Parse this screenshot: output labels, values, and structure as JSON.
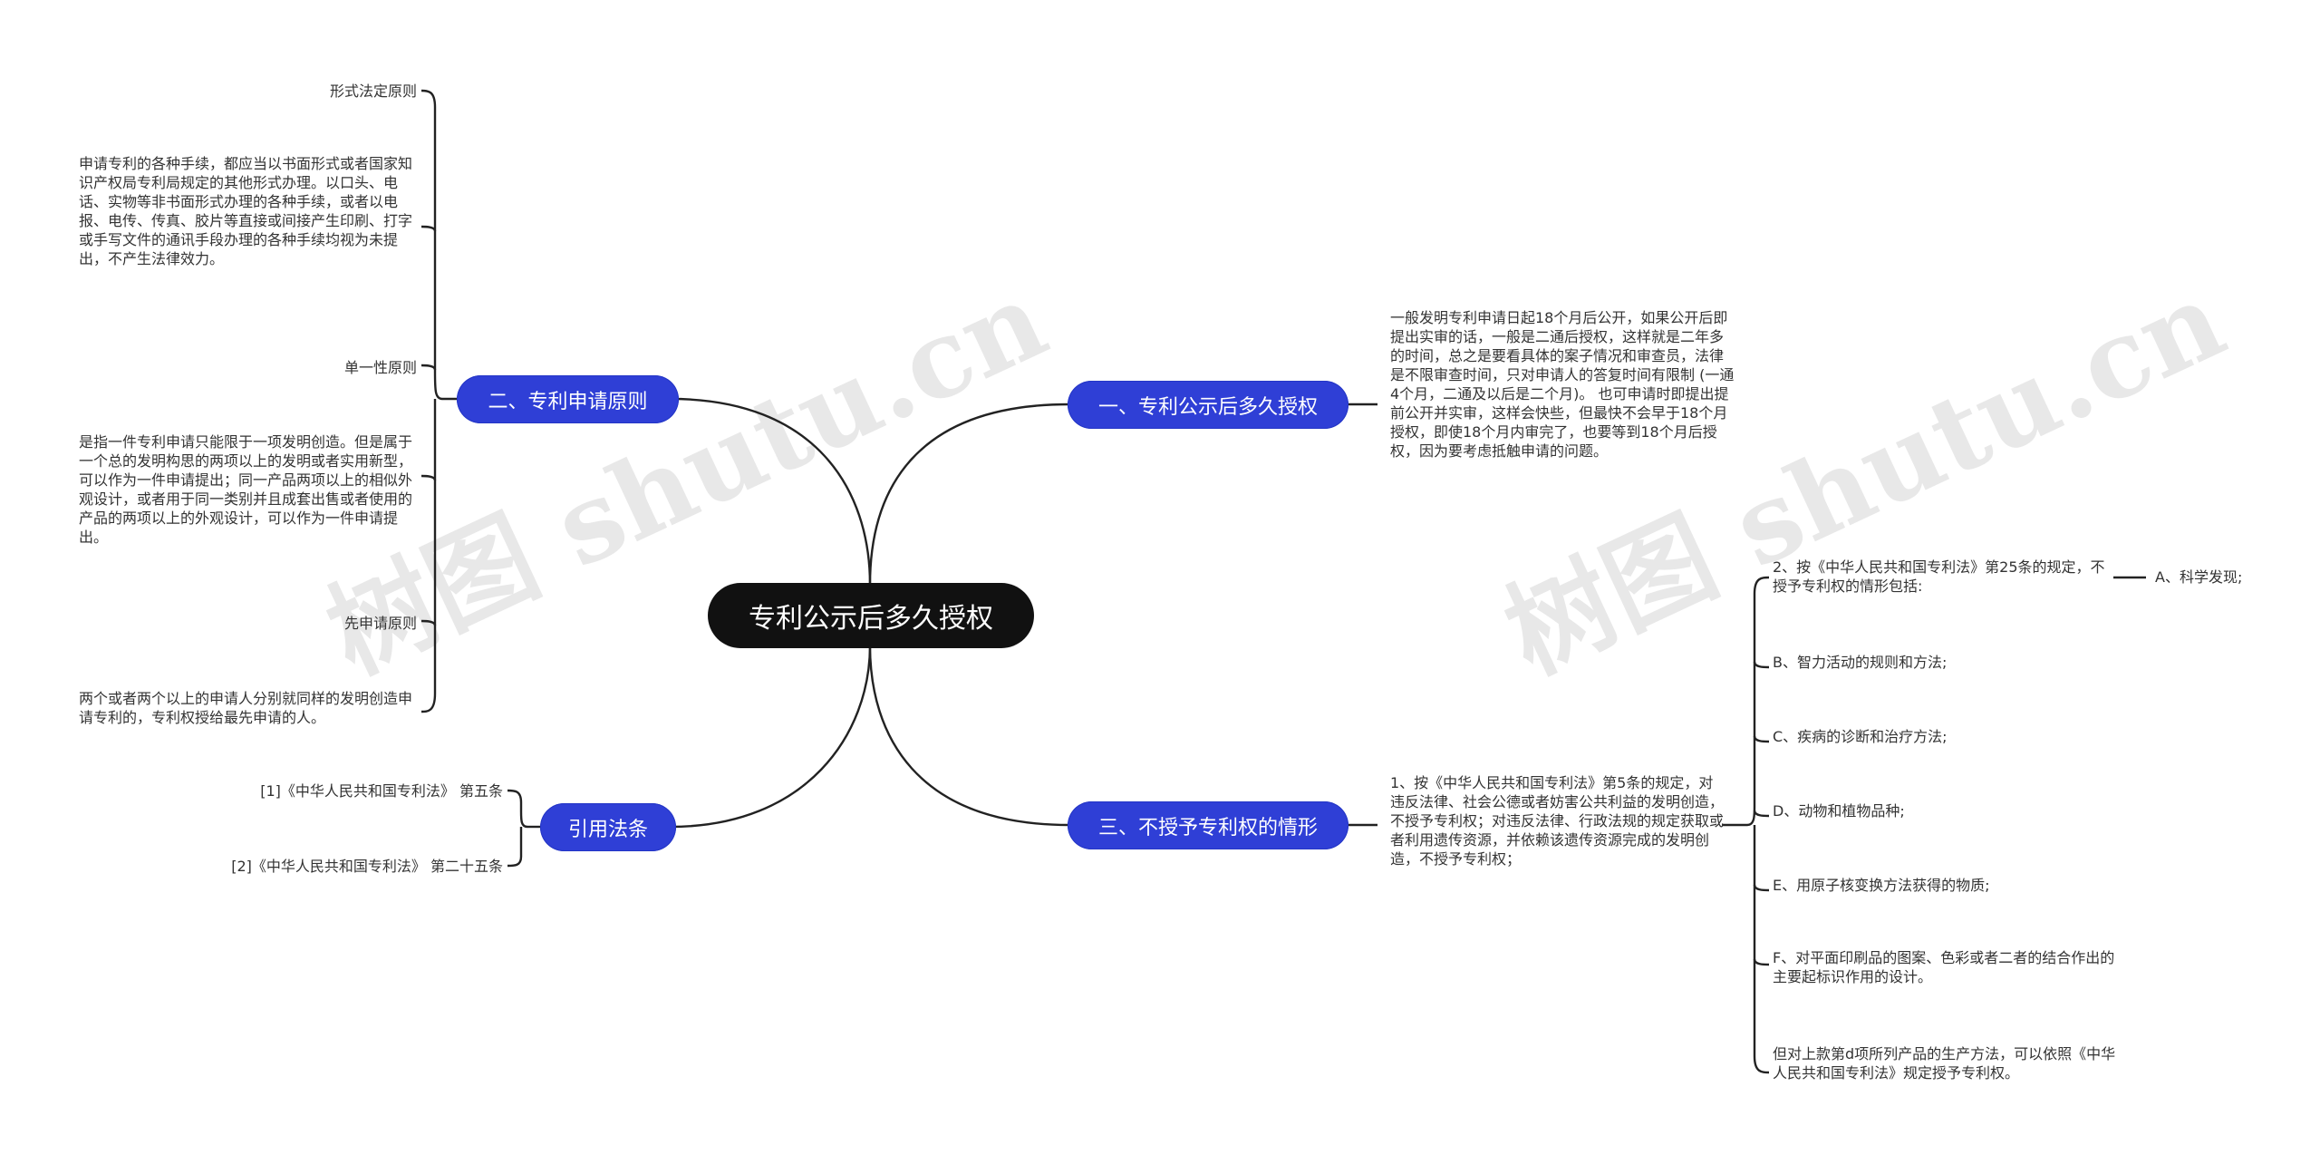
{
  "root": {
    "label": "专利公示后多久授权"
  },
  "watermark": "树图 shutu.cn",
  "branches": {
    "b1": {
      "label": "一、专利公示后多久授权",
      "text": "一般发明专利申请日起18个月后公开，如果公开后即提出实审的话，一般是二通后授权，这样就是二年多的时间，总之是要看具体的案子情况和审查员，法律是不限审查时间，只对申请人的答复时间有限制 (一通4个月，二通及以后是二个月)。 也可申请时即提出提前公开并实审，这样会快些，但最快不会早于18个月授权，即使18个月内审完了，也要等到18个月后授权，因为要考虑抵触申请的问题。"
    },
    "b2": {
      "label": "二、专利申请原则",
      "items": [
        "形式法定原则",
        "申请专利的各种手续，都应当以书面形式或者国家知识产权局专利局规定的其他形式办理。以口头、电话、实物等非书面形式办理的各种手续，或者以电报、电传、传真、胶片等直接或间接产生印刷、打字或手写文件的通讯手段办理的各种手续均视为未提出，不产生法律效力。",
        "单一性原则",
        "是指一件专利申请只能限于一项发明创造。但是属于一个总的发明构思的两项以上的发明或者实用新型，可以作为一件申请提出；同一产品两项以上的相似外观设计，或者用于同一类别并且成套出售或者使用的产品的两项以上的外观设计，可以作为一件申请提出。",
        "先申请原则",
        "两个或者两个以上的申请人分别就同样的发明创造申请专利的，专利权授给最先申请的人。"
      ]
    },
    "b3": {
      "label": "三、不授予专利权的情形",
      "text": "1、按《中华人民共和国专利法》第5条的规定，对违反法律、社会公德或者妨害公共利益的发明创造，不授予专利权；对违反法律、行政法规的规定获取或者利用遗传资源，并依赖该遗传资源完成的发明创造，不授予专利权；",
      "items": [
        "2、按《中华人民共和国专利法》第25条的规定，不授予专利权的情形包括:",
        "B、智力活动的规则和方法;",
        "C、疾病的诊断和治疗方法;",
        "D、动物和植物品种;",
        "E、用原子核变换方法获得的物质;",
        "F、对平面印刷品的图案、色彩或者二者的结合作出的主要起标识作用的设计。",
        "但对上款第d项所列产品的生产方法，可以依照《中华人民共和国专利法》规定授予专利权。"
      ],
      "sub": "A、科学发现;"
    },
    "b4": {
      "label": "引用法条",
      "items": [
        "[1]《中华人民共和国专利法》 第五条",
        "[2]《中华人民共和国专利法》 第二十五条"
      ]
    }
  }
}
